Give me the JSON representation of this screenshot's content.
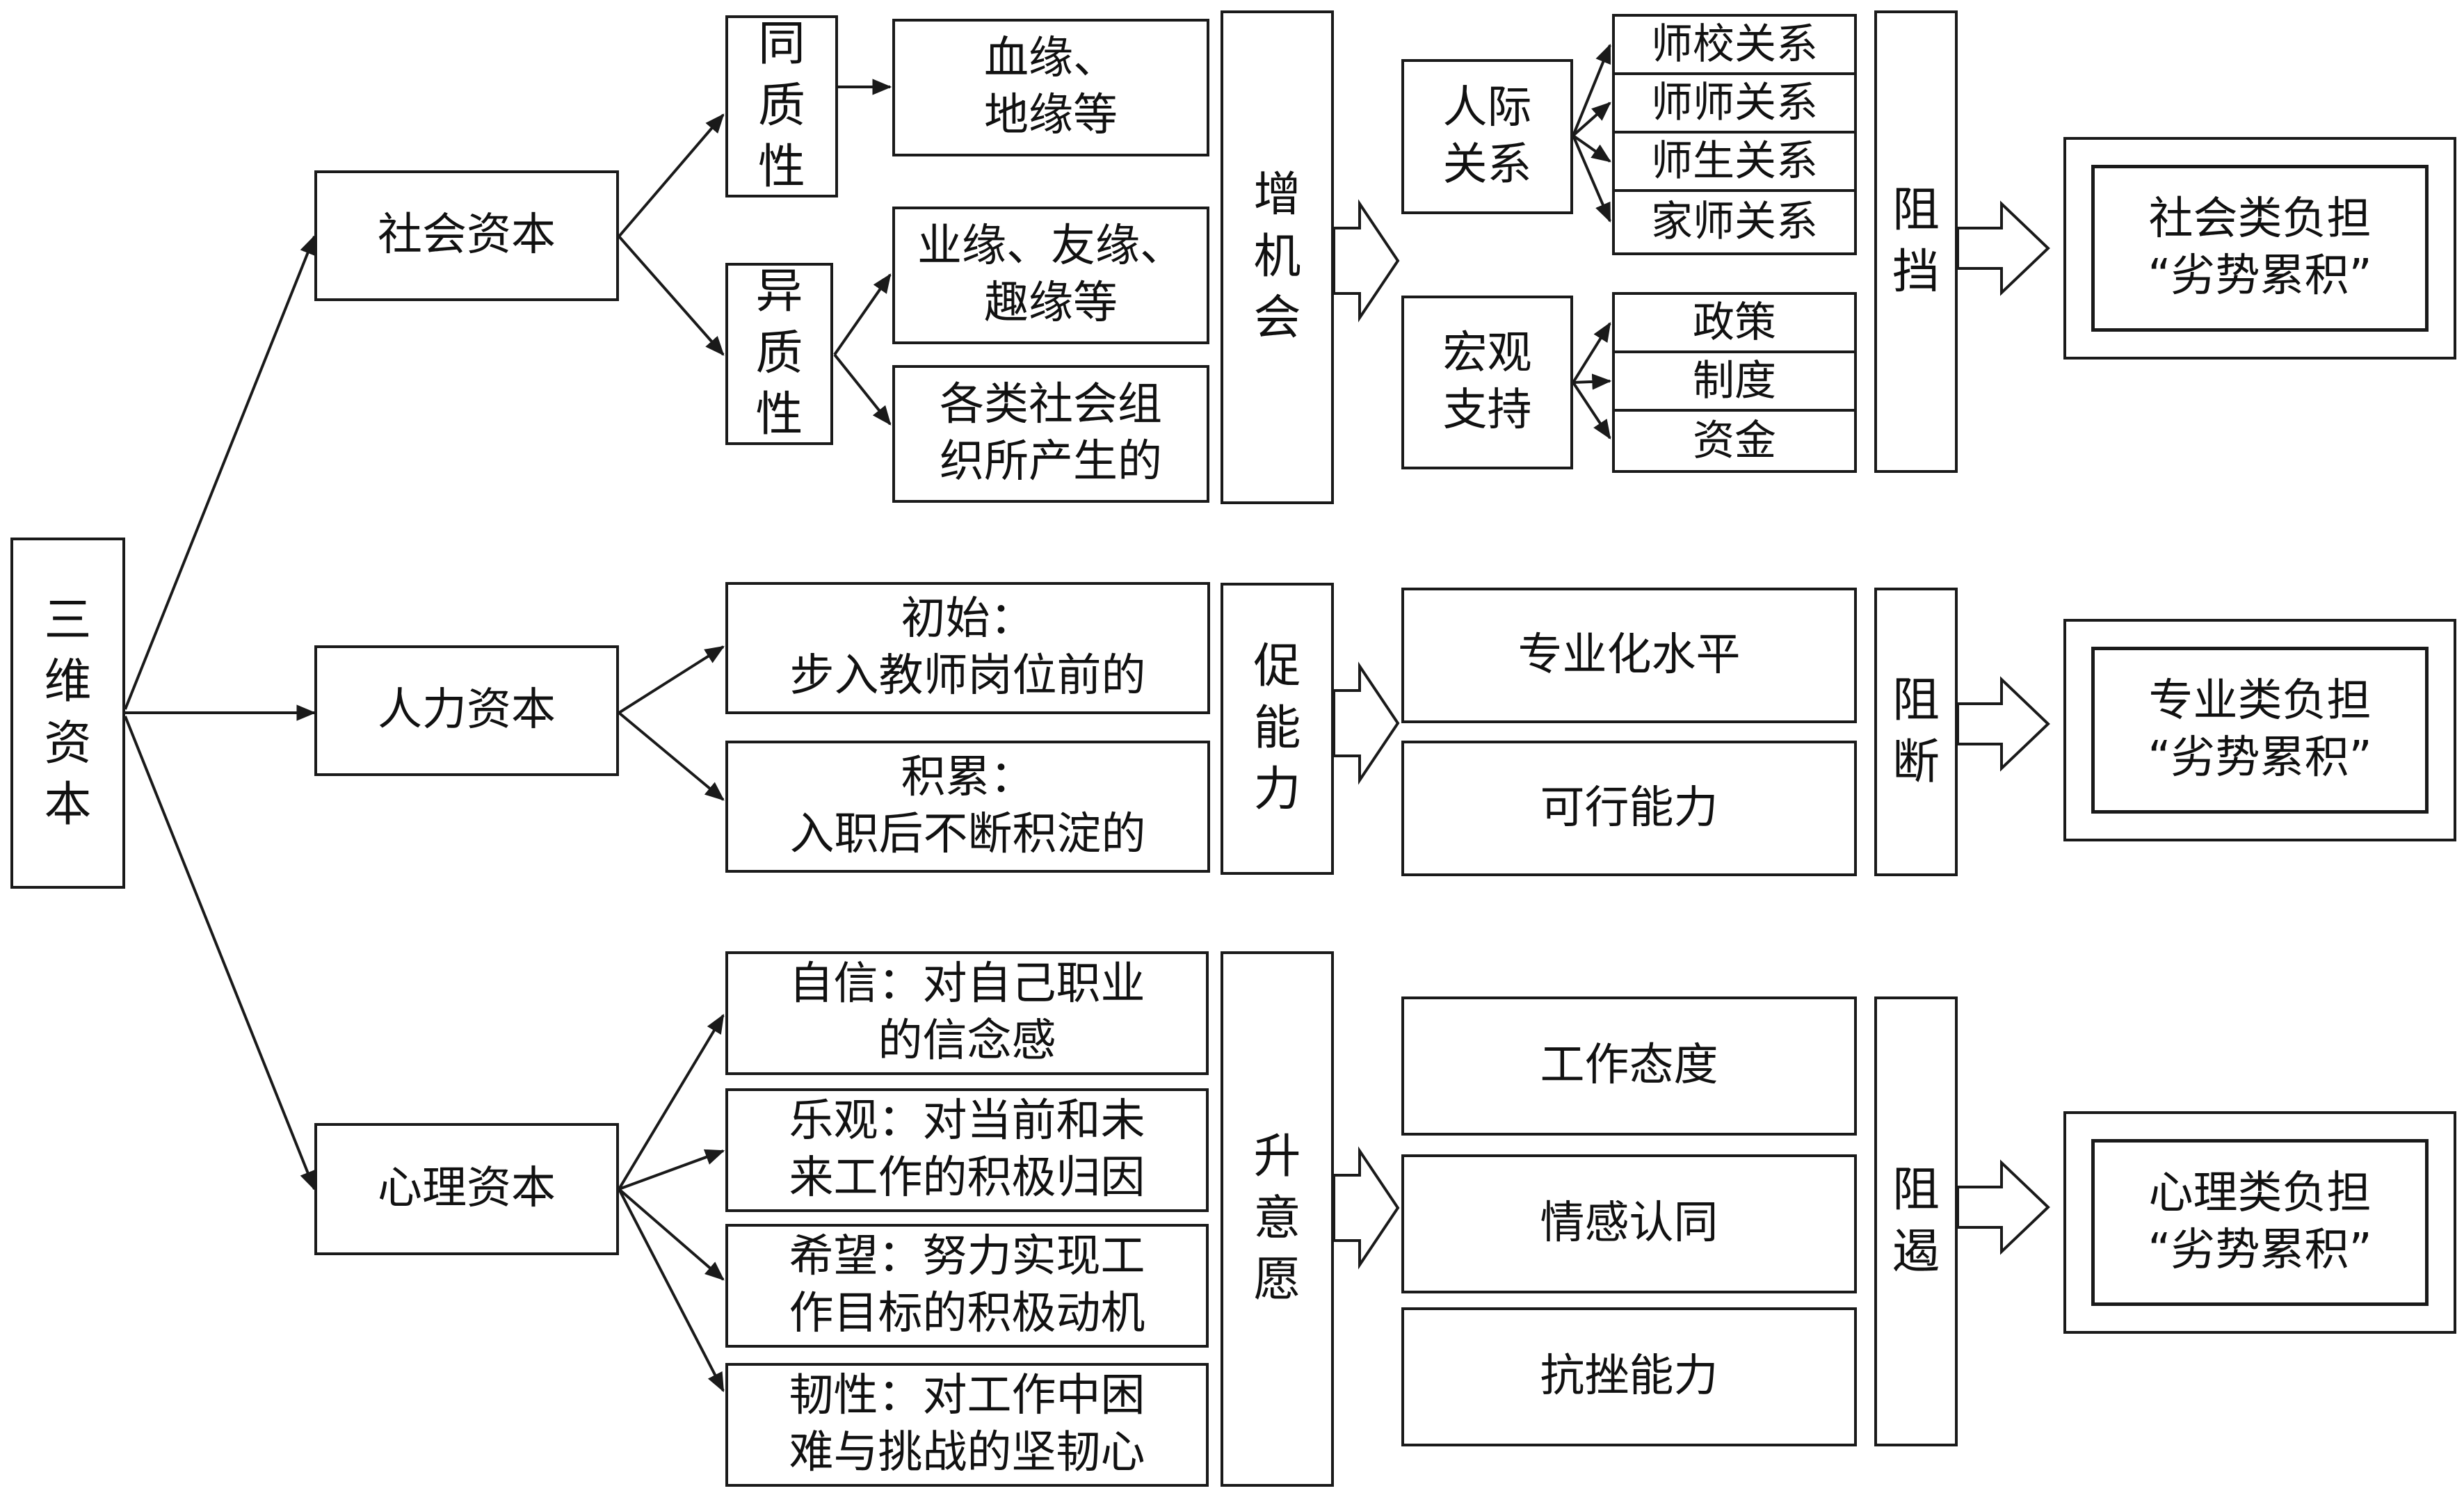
{
  "root": "三\n维\n资\n本",
  "capitals": {
    "social": "社会资本",
    "human": "人力资本",
    "psych": "心理资本"
  },
  "social": {
    "homogeneity": "同\n质\n性",
    "heterogeneity": "异\n质\n性",
    "blood_geo": "血缘、\n地缘等",
    "work_friend": "业缘、友缘、\n趣缘等",
    "organizations": "各类社会组\n织所产生的",
    "effect": "增\n机\n会",
    "interpersonal": "人际\n关系",
    "macro": "宏观\n支持",
    "relations": [
      "师校关系",
      "师师关系",
      "师生关系",
      "家师关系"
    ],
    "supports": [
      "政策",
      "制度",
      "资金"
    ],
    "barrier": "阻\n挡",
    "burden": "社会类负担\n“劣势累积”"
  },
  "human": {
    "initial": "初始：\n步入教师岗位前的",
    "accumulated": "积累：\n入职后不断积淀的",
    "effect": "促\n能\n力",
    "outcomes": [
      "专业化水平",
      "可行能力"
    ],
    "barrier": "阻\n断",
    "burden": "专业类负担\n“劣势累积”"
  },
  "psych": {
    "components": [
      "自信：对自己职业\n的信念感",
      "乐观：对当前和未\n来工作的积极归因",
      "希望：努力实现工\n作目标的积极动机",
      "韧性：对工作中困\n难与挑战的坚韧心"
    ],
    "effect": "升\n意\n愿",
    "outcomes": [
      "工作态度",
      "情感认同",
      "抗挫能力"
    ],
    "barrier": "阻\n遏",
    "burden": "心理类负担\n“劣势累积”"
  }
}
